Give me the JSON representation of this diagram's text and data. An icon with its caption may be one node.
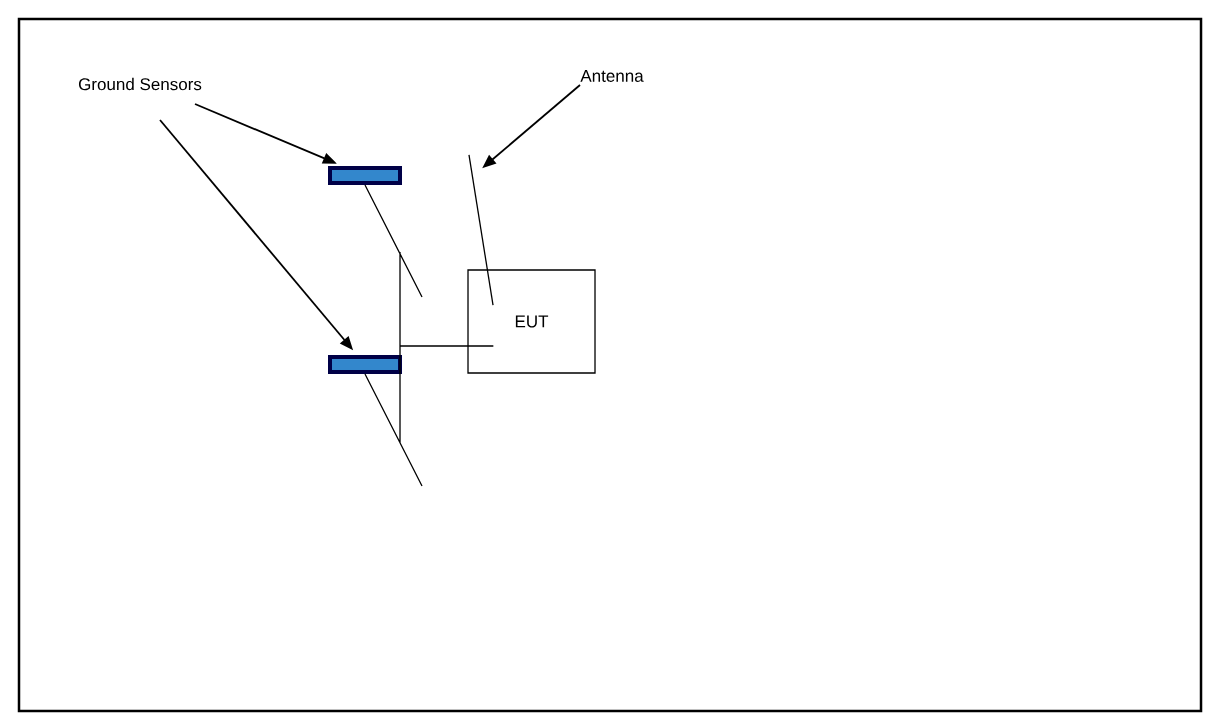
{
  "diagram": {
    "nodes": [
      {
        "text": [
          "Ground Sensors"
        ]
      },
      {
        "text": [
          "Antenna"
        ]
      },
      {
        "text": [],
        "shape": "bar"
      },
      {
        "text": [],
        "shape": "bar"
      },
      {
        "text": [
          "EUT"
        ]
      },
      {
        "text": [],
        "shape": "line"
      }
    ],
    "edges": [
      {
        "from": 0,
        "to": 2,
        "arrow": "to"
      },
      {
        "from": 0,
        "to": 3,
        "arrow": "to"
      },
      {
        "from": 1,
        "to": 5,
        "arrow": "to"
      },
      {
        "from": 2,
        "to": 4,
        "arrow": "none"
      },
      {
        "from": 3,
        "to": 4,
        "arrow": "none"
      }
    ]
  }
}
